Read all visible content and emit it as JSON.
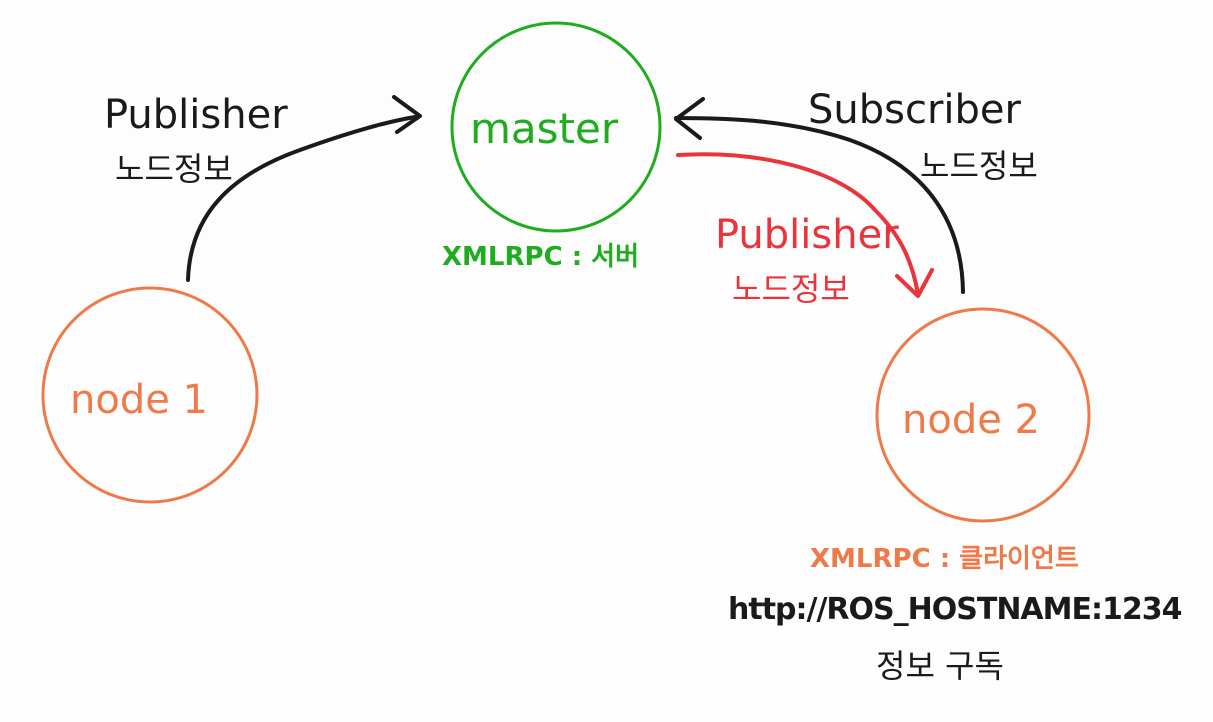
{
  "colors": {
    "master": "#1fac1f",
    "node": "#ee7a4a",
    "publish_arrow": "#e8343a",
    "ink": "#1a1a1a"
  },
  "nodes": {
    "master": "master",
    "node1": "node 1",
    "node2": "node 2"
  },
  "labels": {
    "left_publisher": "Publisher",
    "left_node_info": "노드정보",
    "right_subscriber": "Subscriber",
    "right_node_info": "노드정보",
    "red_publisher": "Publisher",
    "red_node_info": "노드정보",
    "master_xmlrpc": "XMLRPC : 서버",
    "node2_xmlrpc": "XMLRPC : 클라이언트",
    "node2_url": "http://ROS_HOSTNAME:1234",
    "node2_subscribe": "정보 구독"
  }
}
